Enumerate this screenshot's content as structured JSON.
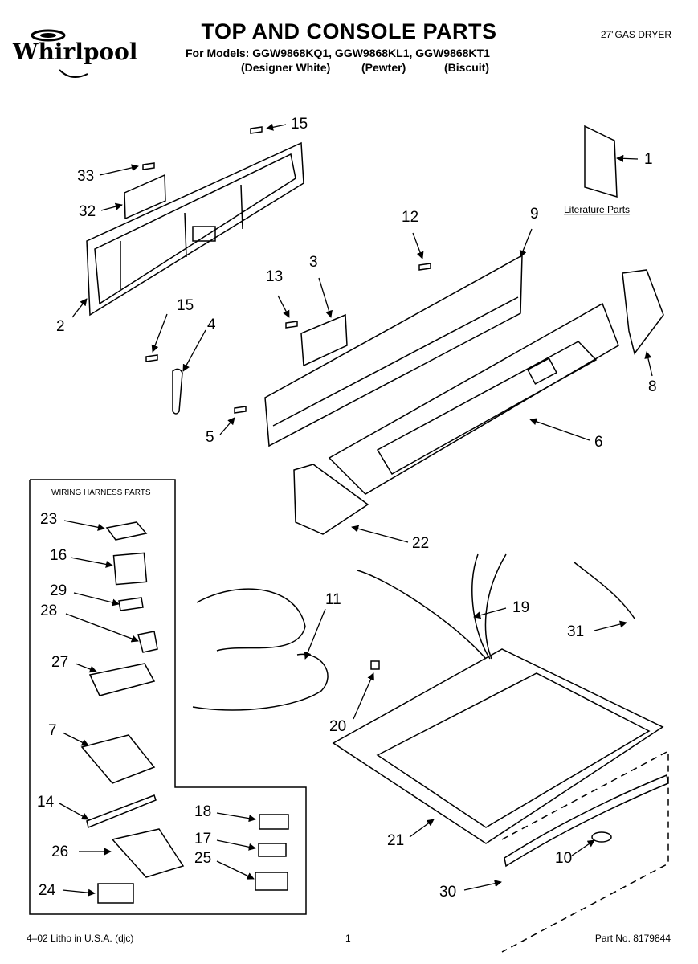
{
  "brand": {
    "name": "Whirlpool"
  },
  "header": {
    "title": "TOP AND CONSOLE PARTS",
    "models_line": "For Models: GGW9868KQ1, GGW9868KL1, GGW9868KT1",
    "colors": [
      "(Designer White)",
      "(Pewter)",
      "(Biscuit)"
    ],
    "product_type": "27\"GAS DRYER"
  },
  "diagram": {
    "literature_label": "Literature Parts",
    "wiring_box_title": "WIRING HARNESS PARTS",
    "callouts": [
      "15",
      "33",
      "32",
      "2",
      "15",
      "4",
      "5",
      "12",
      "13",
      "3",
      "9",
      "1",
      "8",
      "6",
      "22",
      "11",
      "19",
      "31",
      "20",
      "21",
      "10",
      "30",
      "23",
      "16",
      "29",
      "28",
      "27",
      "7",
      "14",
      "18",
      "17",
      "25",
      "26",
      "24"
    ]
  },
  "footer": {
    "left": "4–02 Litho in U.S.A. (djc)",
    "page": "1",
    "part_no": "Part No. 8179844"
  },
  "colors": {
    "ink": "#000000",
    "paper": "#ffffff",
    "shade": "#cfcfcf"
  }
}
